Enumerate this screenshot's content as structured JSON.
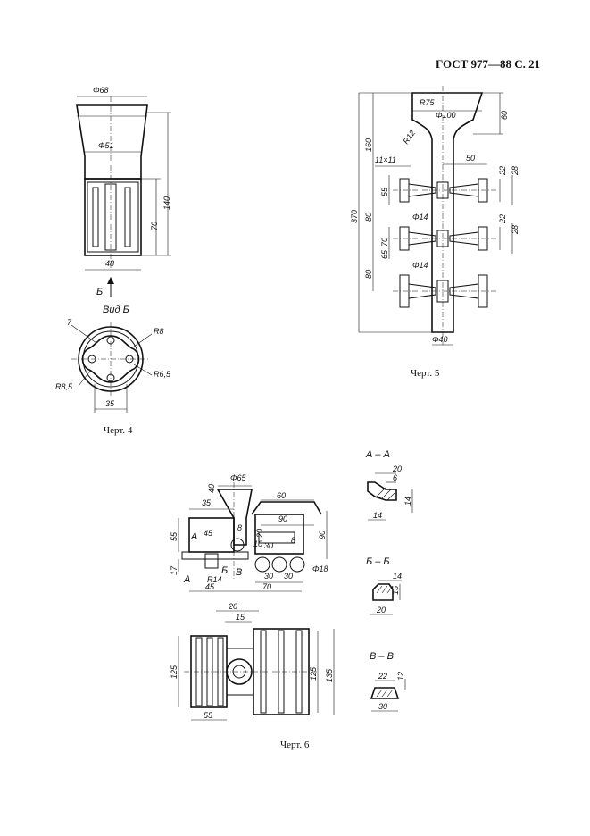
{
  "header": {
    "standard": "ГОСТ 977—88 С. 21"
  },
  "fig4": {
    "caption": "Черт. 4",
    "view_label": "Вид Б",
    "arrow_label": "Б",
    "dims": {
      "d_top": "Φ68",
      "d_mid": "Φ51",
      "h_total": "140",
      "h_lower": "70",
      "w_base": "48",
      "n7": "7",
      "r8": "R8",
      "r65": "R6,5",
      "r85": "R8,5",
      "w35": "35"
    }
  },
  "fig5": {
    "caption": "Черт. 5",
    "dims": {
      "r75": "R75",
      "d100": "Φ100",
      "d60": "60",
      "r12": "R12",
      "h160": "160",
      "sq": "11×11",
      "w50": "50",
      "d22a": "22",
      "d28a": "28",
      "d55": "55",
      "d14a": "Φ14",
      "h370": "370",
      "h80a": "80",
      "d70": "70",
      "d65": "65",
      "d22b": "22",
      "d28b": "28",
      "d14b": "Φ14",
      "h80b": "80",
      "d40": "Φ40"
    }
  },
  "fig6": {
    "caption": "Черт. 6",
    "dims": {
      "d65": "Φ65",
      "d40": "40",
      "d60": "60",
      "d35": "35",
      "d90a": "90",
      "d55": "55",
      "d45a": "45",
      "d8a": "8",
      "d90b": "90",
      "d20a": "20",
      "d10": "10",
      "d30a": "30",
      "d8b": "8",
      "d17": "17",
      "r14": "R14",
      "d30b": "30",
      "d30c": "30",
      "d18": "Φ18",
      "d45b": "45",
      "d70": "70",
      "d20b": "20",
      "d15": "15",
      "d125a": "125",
      "d125b": "125",
      "d135": "135",
      "d55b": "55",
      "lA": "А",
      "lB": "Б",
      "lV": "В"
    }
  },
  "sections": {
    "aa": {
      "title": "А – А",
      "d20": "20",
      "d6": "6",
      "d14a": "14",
      "d14b": "14"
    },
    "bb": {
      "title": "Б – Б",
      "d14": "14",
      "d15": "15",
      "d20": "20"
    },
    "vv": {
      "title": "В – В",
      "d22": "22",
      "d12": "12",
      "d30": "30"
    }
  }
}
